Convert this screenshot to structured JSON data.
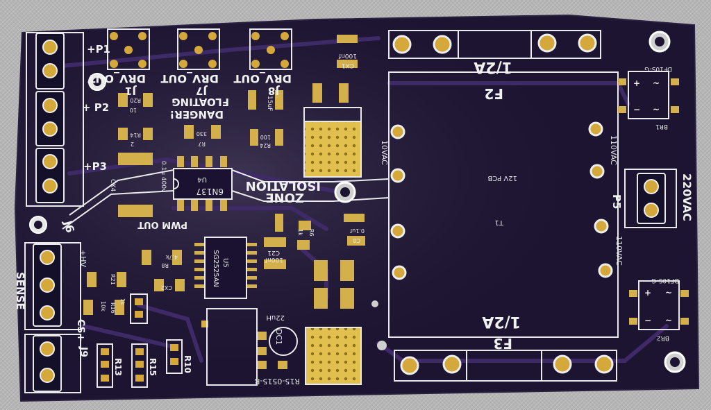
{
  "board": {
    "colors": {
      "background": "#b7b7b7",
      "pcb": "#1c1430",
      "trace": "#3d2a66",
      "silkscreen": "#f1f1f1",
      "copper": "#d8b24a",
      "pad": "#c9a536"
    },
    "labels": {
      "p1": "+P1",
      "p2": "+ P2",
      "p3": "+P3",
      "j1": "J1",
      "j7": "J7",
      "j8": "J8",
      "drv1": "DRV_OUT",
      "drv2": "DRV_OUT",
      "drv3": "DRV_OUT",
      "floating": "FLOATING",
      "danger": "DANGER!",
      "isolation": "ISOLATION",
      "zone": "ZONE",
      "pwm_out": "PWM OUT",
      "j6": "J6",
      "hv": "+HV",
      "sense": "SENSE",
      "cs": "CS+",
      "j9": "J9",
      "f2": "F2",
      "f3": "F3",
      "f2_rating": "1/2A",
      "f3_rating": "1/2A",
      "t1": "T1",
      "pcb12v": "12V PCB",
      "vac10": "10VAC",
      "vac110a": "110VAC",
      "vac110b": "110VAC",
      "vac220": "220VAC",
      "p5": "P5",
      "br1": "BR1",
      "br2": "BR2",
      "df10s_1": "DF10S-G",
      "df10s_2": "DF10S-G",
      "u4": "U4",
      "u4_part": "6N137",
      "u5": "U5",
      "u5_part": "SG2525AN",
      "dc1": "DC1",
      "dc1_part": "R15-0515-R",
      "cx1": "CX1",
      "cx1_val": "100nf",
      "cx4": "CX4",
      "cx4_val": "0.1u  400v",
      "r20": "R20",
      "r20_val": "10",
      "r14": "R14",
      "r14_val": "2",
      "r7": "R7",
      "r7_val": "330",
      "r24": "R24",
      "r24_val": "100",
      "c21": "C21",
      "c21_val": "100nf",
      "r6": "R6",
      "r6_val": "1k",
      "c8": "C8",
      "c8_val": "0.1uf",
      "r8": "R8",
      "r8_val": "4.7k",
      "cx2": "CX2",
      "r21": "R21",
      "r16": "R16",
      "r16_val": "10k",
      "r16_1k": "1k",
      "r13": "R13",
      "r15": "R15",
      "r10": "R10",
      "l22": "22uH",
      "cap15": "15uF",
      "gl_label": "1 1"
    }
  }
}
